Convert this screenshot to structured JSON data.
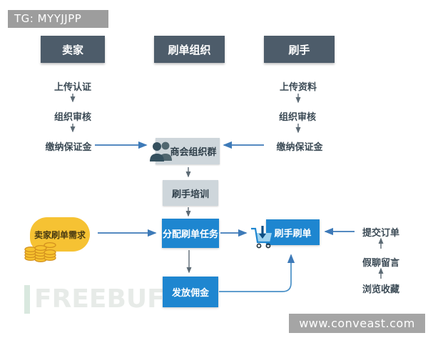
{
  "watermarks": {
    "tg": "TG: MYYJJPP",
    "site": "www.conveast.com",
    "logo": "FREEBUF"
  },
  "actors": {
    "seller": "卖家",
    "organization": "刷单组织",
    "brusher": "刷手"
  },
  "seller_steps": [
    "上传认证",
    "组织审核",
    "缴纳保证金"
  ],
  "brusher_steps": [
    "上传资料",
    "组织审核",
    "缴纳保证金"
  ],
  "flow": {
    "group": "商会组织群",
    "training": "刷手培训",
    "assign_task": "分配刷单任务",
    "pay_commission": "发放佣金",
    "seller_demand": "卖家刷单需求",
    "brushing_order": "刷手刷单"
  },
  "order_steps": [
    "提交订单",
    "假聊留言",
    "浏览收藏"
  ],
  "icons": {
    "group": "people-group-icon",
    "coins": "coins-icon",
    "cart": "shopping-cart-icon"
  },
  "colors": {
    "actor_box": "#4d5c6a",
    "light_box": "#ced6db",
    "blue_box": "#1e86d0",
    "arrow_blue": "#3d7ab8",
    "arrow_gray": "#5c6a74",
    "demand_yellow": "#f6c233",
    "watermark_gray": "#a5a5a5"
  }
}
